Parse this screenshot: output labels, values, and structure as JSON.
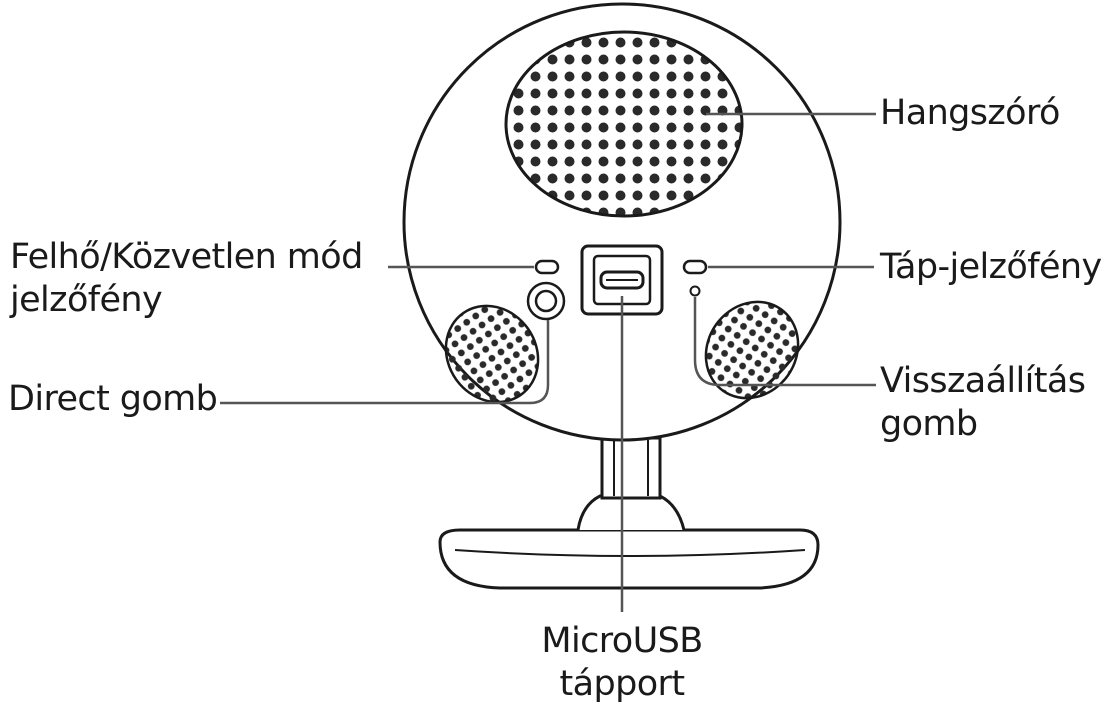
{
  "labels": {
    "speaker": "Hangszóró",
    "cloud_direct_led": "Felhő/Közvetlen mód\njelzőfény",
    "power_led": "Táp-jelzőfény",
    "direct_button": "Direct gomb",
    "reset_button": "Visszaállítás\ngomb",
    "microusb_port": "MicroUSB\ntápport"
  },
  "colors": {
    "outline": "#1a1a1a",
    "speaker_fill": "#2a2a2a",
    "body_fill": "#ffffff"
  }
}
